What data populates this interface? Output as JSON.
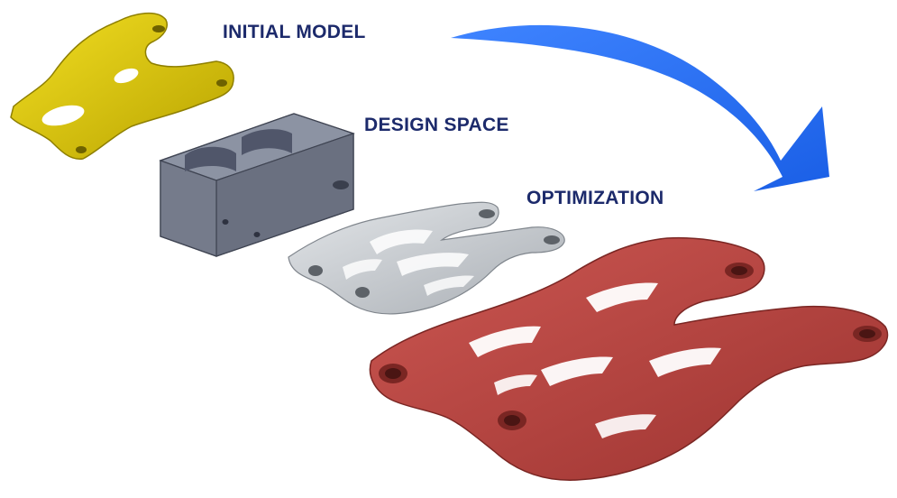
{
  "stages": [
    {
      "id": "initial",
      "label": "INITIAL MODEL",
      "color": "#d9c500"
    },
    {
      "id": "design",
      "label": "DESIGN SPACE",
      "color": "#6f7585"
    },
    {
      "id": "optimization",
      "label": "OPTIMIZATION",
      "color": "#bfc3c8"
    }
  ],
  "result": {
    "color": "#b9443f"
  },
  "arrow": {
    "color": "#2f6ff0",
    "icon": "curved-arrow-icon"
  },
  "label_color": "#1c2a6b"
}
